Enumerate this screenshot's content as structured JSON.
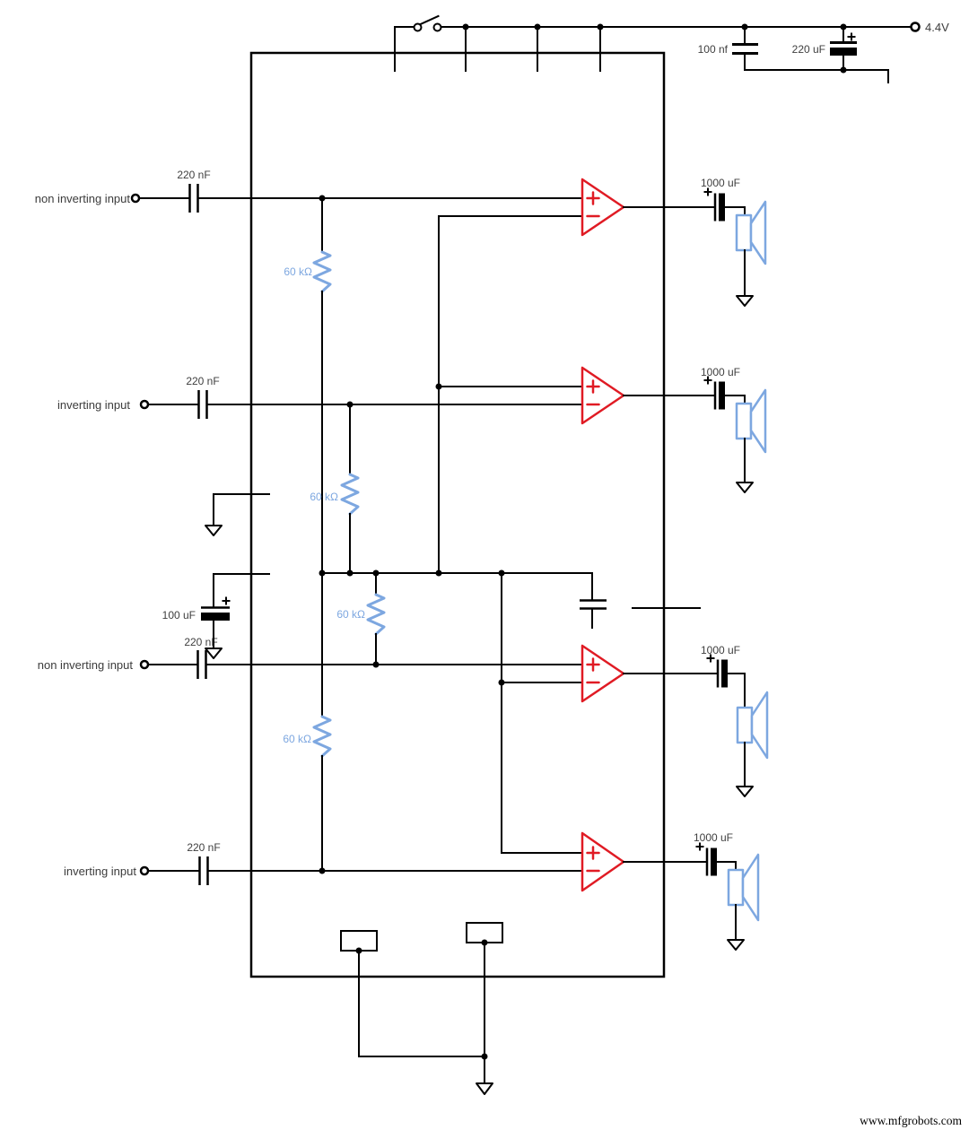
{
  "power": {
    "voltage_label": "4.4V",
    "bypass_cap_label": "100 nf",
    "bulk_cap_label": "220 uF"
  },
  "bias_cap_label": "100 uF",
  "channels": [
    {
      "input_label": "non inverting input",
      "input_cap_label": "220 nF",
      "output_cap_label": "1000 uF"
    },
    {
      "input_label": "inverting input",
      "input_cap_label": "220 nF",
      "output_cap_label": "1000 uF"
    },
    {
      "input_label": "non inverting input",
      "input_cap_label": "220 nF",
      "output_cap_label": "1000 uF"
    },
    {
      "input_label": "inverting input",
      "input_cap_label": "220 nF",
      "output_cap_label": "1000 uF"
    }
  ],
  "resistors": [
    {
      "label": "60 kΩ"
    },
    {
      "label": "60 kΩ"
    },
    {
      "label": "60 kΩ"
    },
    {
      "label": "60 kΩ"
    }
  ],
  "watermark": "www.mfgrobots.com",
  "colors": {
    "wire": "#000000",
    "opamp_red": "#e01b24",
    "passive_blue": "#7da7e0",
    "label_text": "#3b3b3b"
  }
}
